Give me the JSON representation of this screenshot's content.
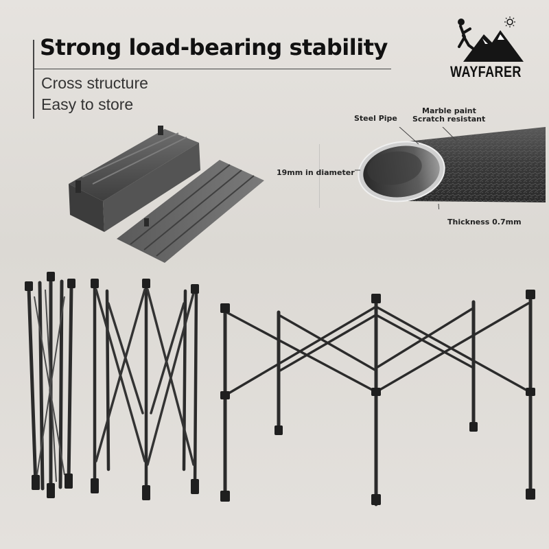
{
  "header": {
    "title": "Strong load-bearing stability",
    "features": [
      "Cross structure",
      "Easy to store"
    ]
  },
  "brand": {
    "name": "WAYFARER",
    "logo_icon": "hiker-mountain-logo-icon"
  },
  "pipe_callouts": {
    "steel_pipe": "Steel Pipe",
    "marble_paint": "Marble paint",
    "scratch_resistant": "Scratch resistant",
    "diameter": "19mm in diameter",
    "thickness": "Thickness 0.7mm"
  },
  "product_images": [
    "folded-frame-pieces",
    "steel-pipe-cross-section",
    "frame-folded",
    "frame-half-open",
    "frame-fully-open"
  ],
  "colors": {
    "frame": "#2b2b2b",
    "background": "#e2dfdb",
    "pipe_texture": "#4a4a4a"
  }
}
